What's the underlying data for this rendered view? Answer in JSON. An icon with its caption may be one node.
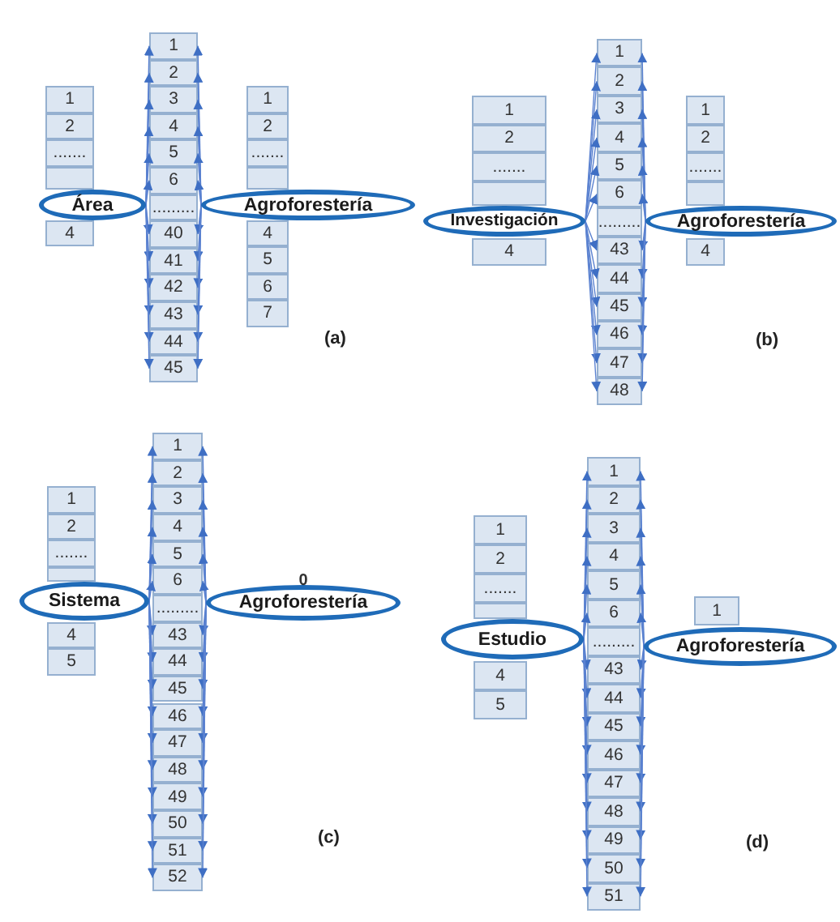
{
  "diagram": {
    "nodes": [
      {
        "text": [
          "1"
        ]
      },
      {
        "text": [
          "2"
        ]
      },
      {
        "text": [
          "......."
        ]
      },
      {
        "text": [],
        "shape": "box"
      },
      {
        "text": [
          "4"
        ]
      },
      {
        "text": [
          "Área"
        ]
      },
      {
        "text": [
          "1"
        ]
      },
      {
        "text": [
          "2"
        ]
      },
      {
        "text": [
          "3"
        ]
      },
      {
        "text": [
          "4"
        ]
      },
      {
        "text": [
          "5"
        ]
      },
      {
        "text": [
          "6"
        ]
      },
      {
        "text": [
          "........."
        ]
      },
      {
        "text": [
          "40"
        ]
      },
      {
        "text": [
          "41"
        ]
      },
      {
        "text": [
          "42"
        ]
      },
      {
        "text": [
          "43"
        ]
      },
      {
        "text": [
          "44"
        ]
      },
      {
        "text": [
          "45"
        ]
      },
      {
        "text": [
          "Agroforestería"
        ]
      },
      {
        "text": [
          "1"
        ]
      },
      {
        "text": [
          "2"
        ]
      },
      {
        "text": [
          "......."
        ]
      },
      {
        "text": [],
        "shape": "box"
      },
      {
        "text": [
          "4"
        ]
      },
      {
        "text": [
          "5"
        ]
      },
      {
        "text": [
          "6"
        ]
      },
      {
        "text": [
          "7"
        ]
      },
      {
        "text": [
          "1"
        ]
      },
      {
        "text": [
          "2"
        ]
      },
      {
        "text": [
          "......."
        ]
      },
      {
        "text": [],
        "shape": "box"
      },
      {
        "text": [
          "4"
        ]
      },
      {
        "text": [
          "Investigación"
        ]
      },
      {
        "text": [
          "1"
        ]
      },
      {
        "text": [
          "2"
        ]
      },
      {
        "text": [
          "3"
        ]
      },
      {
        "text": [
          "4"
        ]
      },
      {
        "text": [
          "5"
        ]
      },
      {
        "text": [
          "6"
        ]
      },
      {
        "text": [
          "........."
        ]
      },
      {
        "text": [
          "43"
        ]
      },
      {
        "text": [
          "44"
        ]
      },
      {
        "text": [
          "45"
        ]
      },
      {
        "text": [
          "46"
        ]
      },
      {
        "text": [
          "47"
        ]
      },
      {
        "text": [
          "48"
        ]
      },
      {
        "text": [
          "Agroforestería"
        ]
      },
      {
        "text": [
          "1"
        ]
      },
      {
        "text": [
          "2"
        ]
      },
      {
        "text": [
          "......."
        ]
      },
      {
        "text": [],
        "shape": "box"
      },
      {
        "text": [
          "4"
        ]
      },
      {
        "text": [
          "1"
        ]
      },
      {
        "text": [
          "2"
        ]
      },
      {
        "text": [
          "......."
        ]
      },
      {
        "text": [],
        "shape": "box"
      },
      {
        "text": [
          "4"
        ]
      },
      {
        "text": [
          "5"
        ]
      },
      {
        "text": [
          "Sistema"
        ]
      },
      {
        "text": [
          "1"
        ]
      },
      {
        "text": [
          "2"
        ]
      },
      {
        "text": [
          "3"
        ]
      },
      {
        "text": [
          "4"
        ]
      },
      {
        "text": [
          "5"
        ]
      },
      {
        "text": [
          "6"
        ]
      },
      {
        "text": [
          "........."
        ]
      },
      {
        "text": [
          "43"
        ]
      },
      {
        "text": [
          "44"
        ]
      },
      {
        "text": [
          "45"
        ]
      },
      {
        "text": [
          "46"
        ]
      },
      {
        "text": [
          "47"
        ]
      },
      {
        "text": [
          "48"
        ]
      },
      {
        "text": [
          "49"
        ]
      },
      {
        "text": [
          "50"
        ]
      },
      {
        "text": [
          "51"
        ]
      },
      {
        "text": [
          "52"
        ]
      },
      {
        "text": [
          "Agroforestería"
        ],
        "beside": [
          "0"
        ]
      },
      {
        "text": [
          "1"
        ]
      },
      {
        "text": [
          "2"
        ]
      },
      {
        "text": [
          "......."
        ]
      },
      {
        "text": [],
        "shape": "box"
      },
      {
        "text": [
          "4"
        ]
      },
      {
        "text": [
          "5"
        ]
      },
      {
        "text": [
          "Estudio"
        ]
      },
      {
        "text": [
          "1"
        ]
      },
      {
        "text": [
          "2"
        ]
      },
      {
        "text": [
          "3"
        ]
      },
      {
        "text": [
          "4"
        ]
      },
      {
        "text": [
          "5"
        ]
      },
      {
        "text": [
          "6"
        ]
      },
      {
        "text": [
          "........."
        ]
      },
      {
        "text": [
          "43"
        ]
      },
      {
        "text": [
          "44"
        ]
      },
      {
        "text": [
          "45"
        ]
      },
      {
        "text": [
          "46"
        ]
      },
      {
        "text": [
          "47"
        ]
      },
      {
        "text": [
          "48"
        ]
      },
      {
        "text": [
          "49"
        ]
      },
      {
        "text": [
          "50"
        ]
      },
      {
        "text": [
          "51"
        ]
      },
      {
        "text": [
          "Agroforestería"
        ]
      },
      {
        "text": [
          "1"
        ]
      }
    ],
    "edges": [
      {
        "from": 5,
        "to": 6,
        "arrow": "to"
      },
      {
        "from": 19,
        "to": 6,
        "arrow": "to"
      },
      {
        "from": 5,
        "to": 7,
        "arrow": "to"
      },
      {
        "from": 19,
        "to": 7,
        "arrow": "to"
      },
      {
        "from": 5,
        "to": 8,
        "arrow": "to"
      },
      {
        "from": 19,
        "to": 8,
        "arrow": "to"
      },
      {
        "from": 5,
        "to": 9,
        "arrow": "to"
      },
      {
        "from": 19,
        "to": 9,
        "arrow": "to"
      },
      {
        "from": 5,
        "to": 10,
        "arrow": "to"
      },
      {
        "from": 19,
        "to": 10,
        "arrow": "to"
      },
      {
        "from": 5,
        "to": 11,
        "arrow": "to"
      },
      {
        "from": 19,
        "to": 11,
        "arrow": "to"
      },
      {
        "from": 5,
        "to": 13,
        "arrow": "to"
      },
      {
        "from": 19,
        "to": 13,
        "arrow": "to"
      },
      {
        "from": 5,
        "to": 14,
        "arrow": "to"
      },
      {
        "from": 19,
        "to": 14,
        "arrow": "to"
      },
      {
        "from": 5,
        "to": 15,
        "arrow": "to"
      },
      {
        "from": 19,
        "to": 15,
        "arrow": "to"
      },
      {
        "from": 5,
        "to": 16,
        "arrow": "to"
      },
      {
        "from": 19,
        "to": 16,
        "arrow": "to"
      },
      {
        "from": 5,
        "to": 17,
        "arrow": "to"
      },
      {
        "from": 19,
        "to": 17,
        "arrow": "to"
      },
      {
        "from": 5,
        "to": 18,
        "arrow": "to"
      },
      {
        "from": 19,
        "to": 18,
        "arrow": "to"
      },
      {
        "from": 33,
        "to": 34,
        "arrow": "to"
      },
      {
        "from": 47,
        "to": 34,
        "arrow": "to"
      },
      {
        "from": 33,
        "to": 35,
        "arrow": "to"
      },
      {
        "from": 47,
        "to": 35,
        "arrow": "to"
      },
      {
        "from": 33,
        "to": 36,
        "arrow": "to"
      },
      {
        "from": 47,
        "to": 36,
        "arrow": "to"
      },
      {
        "from": 33,
        "to": 37,
        "arrow": "to"
      },
      {
        "from": 47,
        "to": 37,
        "arrow": "to"
      },
      {
        "from": 33,
        "to": 38,
        "arrow": "to"
      },
      {
        "from": 47,
        "to": 38,
        "arrow": "to"
      },
      {
        "from": 33,
        "to": 39,
        "arrow": "to"
      },
      {
        "from": 47,
        "to": 39,
        "arrow": "to"
      },
      {
        "from": 33,
        "to": 41,
        "arrow": "to"
      },
      {
        "from": 47,
        "to": 41,
        "arrow": "to"
      },
      {
        "from": 33,
        "to": 42,
        "arrow": "to"
      },
      {
        "from": 47,
        "to": 42,
        "arrow": "to"
      },
      {
        "from": 33,
        "to": 43,
        "arrow": "to"
      },
      {
        "from": 47,
        "to": 43,
        "arrow": "to"
      },
      {
        "from": 33,
        "to": 44,
        "arrow": "to"
      },
      {
        "from": 47,
        "to": 44,
        "arrow": "to"
      },
      {
        "from": 33,
        "to": 45,
        "arrow": "to"
      },
      {
        "from": 47,
        "to": 45,
        "arrow": "to"
      },
      {
        "from": 33,
        "to": 46,
        "arrow": "to"
      },
      {
        "from": 47,
        "to": 46,
        "arrow": "to"
      },
      {
        "from": 59,
        "to": 60,
        "arrow": "to"
      },
      {
        "from": 77,
        "to": 60,
        "arrow": "to"
      },
      {
        "from": 59,
        "to": 61,
        "arrow": "to"
      },
      {
        "from": 77,
        "to": 61,
        "arrow": "to"
      },
      {
        "from": 59,
        "to": 62,
        "arrow": "to"
      },
      {
        "from": 77,
        "to": 62,
        "arrow": "to"
      },
      {
        "from": 59,
        "to": 63,
        "arrow": "to"
      },
      {
        "from": 77,
        "to": 63,
        "arrow": "to"
      },
      {
        "from": 59,
        "to": 64,
        "arrow": "to"
      },
      {
        "from": 77,
        "to": 64,
        "arrow": "to"
      },
      {
        "from": 59,
        "to": 65,
        "arrow": "to"
      },
      {
        "from": 77,
        "to": 65,
        "arrow": "to"
      },
      {
        "from": 59,
        "to": 67,
        "arrow": "to"
      },
      {
        "from": 77,
        "to": 67,
        "arrow": "to"
      },
      {
        "from": 59,
        "to": 68,
        "arrow": "to"
      },
      {
        "from": 77,
        "to": 68,
        "arrow": "to"
      },
      {
        "from": 59,
        "to": 69,
        "arrow": "to"
      },
      {
        "from": 77,
        "to": 69,
        "arrow": "to"
      },
      {
        "from": 59,
        "to": 70,
        "arrow": "to"
      },
      {
        "from": 77,
        "to": 70,
        "arrow": "to"
      },
      {
        "from": 59,
        "to": 71,
        "arrow": "to"
      },
      {
        "from": 77,
        "to": 71,
        "arrow": "to"
      },
      {
        "from": 59,
        "to": 72,
        "arrow": "to"
      },
      {
        "from": 77,
        "to": 72,
        "arrow": "to"
      },
      {
        "from": 59,
        "to": 73,
        "arrow": "to"
      },
      {
        "from": 77,
        "to": 73,
        "arrow": "to"
      },
      {
        "from": 59,
        "to": 74,
        "arrow": "to"
      },
      {
        "from": 77,
        "to": 74,
        "arrow": "to"
      },
      {
        "from": 59,
        "to": 75,
        "arrow": "to"
      },
      {
        "from": 77,
        "to": 75,
        "arrow": "to"
      },
      {
        "from": 59,
        "to": 76,
        "arrow": "to"
      },
      {
        "from": 77,
        "to": 76,
        "arrow": "to"
      },
      {
        "from": 84,
        "to": 85,
        "arrow": "to"
      },
      {
        "from": 101,
        "to": 85,
        "arrow": "to"
      },
      {
        "from": 84,
        "to": 86,
        "arrow": "to"
      },
      {
        "from": 101,
        "to": 86,
        "arrow": "to"
      },
      {
        "from": 84,
        "to": 87,
        "arrow": "to"
      },
      {
        "from": 101,
        "to": 87,
        "arrow": "to"
      },
      {
        "from": 84,
        "to": 88,
        "arrow": "to"
      },
      {
        "from": 101,
        "to": 88,
        "arrow": "to"
      },
      {
        "from": 84,
        "to": 89,
        "arrow": "to"
      },
      {
        "from": 101,
        "to": 89,
        "arrow": "to"
      },
      {
        "from": 84,
        "to": 90,
        "arrow": "to"
      },
      {
        "from": 101,
        "to": 90,
        "arrow": "to"
      },
      {
        "from": 84,
        "to": 92,
        "arrow": "to"
      },
      {
        "from": 101,
        "to": 92,
        "arrow": "to"
      },
      {
        "from": 84,
        "to": 93,
        "arrow": "to"
      },
      {
        "from": 101,
        "to": 93,
        "arrow": "to"
      },
      {
        "from": 84,
        "to": 94,
        "arrow": "to"
      },
      {
        "from": 101,
        "to": 94,
        "arrow": "to"
      },
      {
        "from": 84,
        "to": 95,
        "arrow": "to"
      },
      {
        "from": 101,
        "to": 95,
        "arrow": "to"
      },
      {
        "from": 84,
        "to": 96,
        "arrow": "to"
      },
      {
        "from": 101,
        "to": 96,
        "arrow": "to"
      },
      {
        "from": 84,
        "to": 97,
        "arrow": "to"
      },
      {
        "from": 101,
        "to": 97,
        "arrow": "to"
      },
      {
        "from": 84,
        "to": 98,
        "arrow": "to"
      },
      {
        "from": 101,
        "to": 98,
        "arrow": "to"
      },
      {
        "from": 84,
        "to": 99,
        "arrow": "to"
      },
      {
        "from": 101,
        "to": 99,
        "arrow": "to"
      },
      {
        "from": 84,
        "to": 100,
        "arrow": "to"
      },
      {
        "from": 101,
        "to": 100,
        "arrow": "to"
      }
    ],
    "labels": [
      "(a)",
      "(b)",
      "(c)",
      "(d)"
    ]
  }
}
